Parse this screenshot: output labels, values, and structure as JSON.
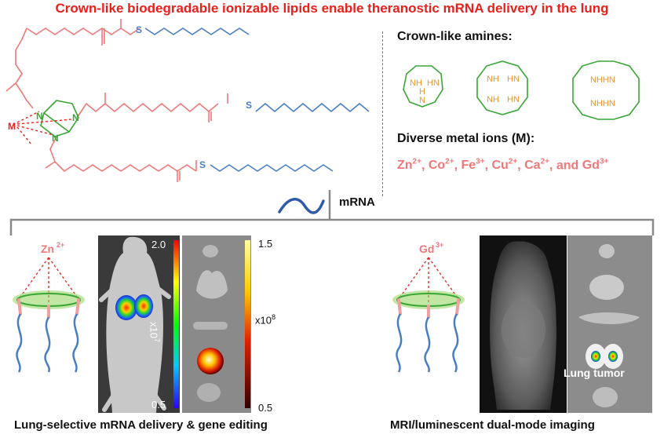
{
  "title": "Crown-like biodegradable ionizable lipids enable theranostic mRNA delivery in the lung",
  "structure": {
    "atom_S": "S",
    "atom_N": "N",
    "atom_M": "M"
  },
  "amines": {
    "header": "Crown-like amines:",
    "labels": [
      "NH",
      "HN",
      "H",
      "N",
      "NHHN"
    ]
  },
  "metals": {
    "header": "Diverse metal ions (M):",
    "ions": [
      {
        "symbol": "Zn",
        "charge": "2+"
      },
      {
        "symbol": "Co",
        "charge": "2+"
      },
      {
        "symbol": "Fe",
        "charge": "3+"
      },
      {
        "symbol": "Cu",
        "charge": "2+"
      },
      {
        "symbol": "Ca",
        "charge": "2+"
      }
    ],
    "conjunction": "and",
    "last_ion": {
      "symbol": "Gd",
      "charge": "3+"
    }
  },
  "mrna_label": "mRNA",
  "left_panel": {
    "ion_symbol": "Zn",
    "ion_charge": "2+",
    "colorbar1": {
      "max": "2.0",
      "min": "0.5",
      "exp_base": "x10",
      "exp_power": "7"
    },
    "colorbar2": {
      "max": "1.5",
      "min": "0.5",
      "exp_base": "x10",
      "exp_power": "8"
    },
    "caption": "Lung-selective mRNA delivery & gene editing"
  },
  "right_panel": {
    "ion_symbol": "Gd",
    "ion_charge": "3+",
    "tumor_label": "Lung tumor",
    "caption": "MRI/luminescent dual-mode imaging"
  },
  "colors": {
    "red_title": "#e8211a",
    "lipid_red": "#f07878",
    "tail_blue": "#4a7ec4",
    "ring_green": "#3aa637",
    "amine_orange": "#f0962a",
    "mrna_blue": "#2f5aa8",
    "halo_green": "#8fd35a"
  }
}
